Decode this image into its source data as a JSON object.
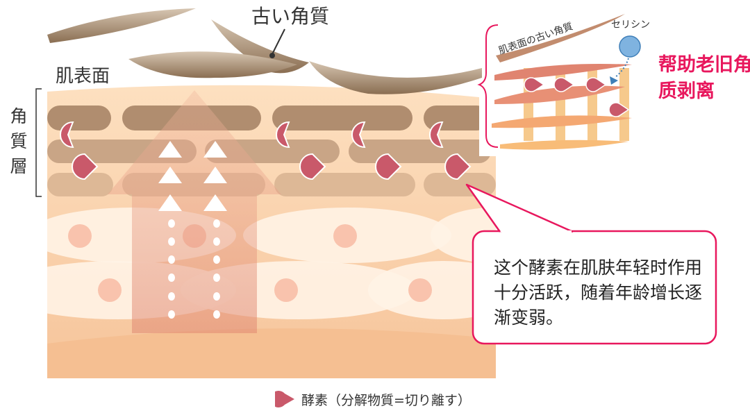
{
  "labels": {
    "old_stratum_corneum": "古い角質",
    "skin_surface": "肌表面",
    "stratum_corneum_layer": "角質層"
  },
  "inset": {
    "surface_label": "肌表面の古い角質",
    "enzyme_label": "セリシン",
    "caption": "帮助老旧角质剥离"
  },
  "callout": {
    "text": "这个酵素在肌肤年轻时作用十分活跃，随着年龄增长逐渐变弱。"
  },
  "legend": {
    "text": "酵素（分解物質=切り離す）"
  },
  "colors": {
    "accent_pink": "#e8175d",
    "enzyme_red": "#c9596a",
    "skin": "#f9c89c",
    "flake": "#a08366"
  }
}
